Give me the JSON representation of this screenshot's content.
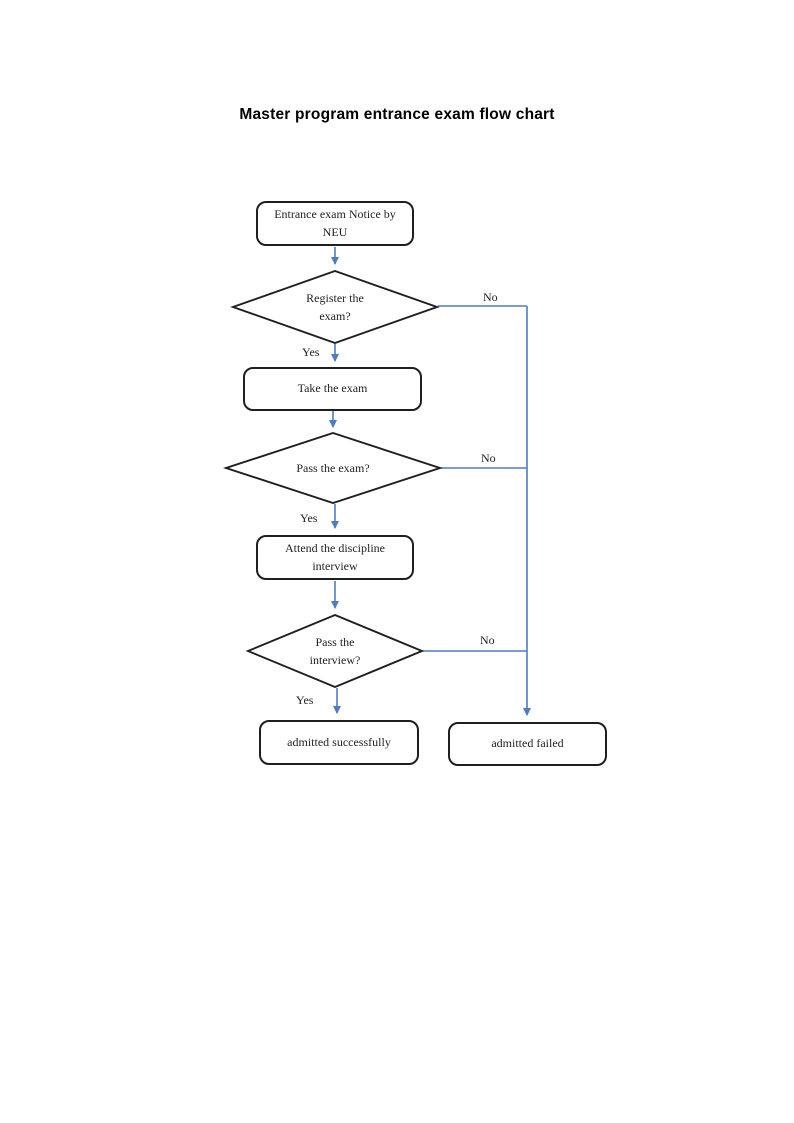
{
  "page": {
    "title": "Master program entrance exam flow chart"
  },
  "flowchart": {
    "nodes": {
      "start": {
        "label": "Entrance exam Notice by NEU",
        "shape": "rounded-rect"
      },
      "decision_register": {
        "label": "Register the exam?",
        "shape": "diamond"
      },
      "process_take_exam": {
        "label": "Take the exam",
        "shape": "rounded-rect"
      },
      "decision_pass_exam": {
        "label": "Pass the exam?",
        "shape": "diamond"
      },
      "process_interview": {
        "label": "Attend the discipline interview",
        "shape": "rounded-rect"
      },
      "decision_pass_interview": {
        "label": "Pass the interview?",
        "shape": "diamond"
      },
      "end_success": {
        "label": "admitted successfully",
        "shape": "rounded-rect"
      },
      "end_failed": {
        "label": "admitted failed",
        "shape": "rounded-rect"
      }
    },
    "edge_labels": {
      "yes_register": "Yes",
      "no_register": "No",
      "yes_pass_exam": "Yes",
      "no_pass_exam": "No",
      "yes_pass_interview": "Yes",
      "no_pass_interview": "No"
    },
    "colors": {
      "connector": "#4d7cc5",
      "shape_border": "#1f1f1f",
      "shape_fill": "#ffffff",
      "background": "#ffffff"
    }
  }
}
